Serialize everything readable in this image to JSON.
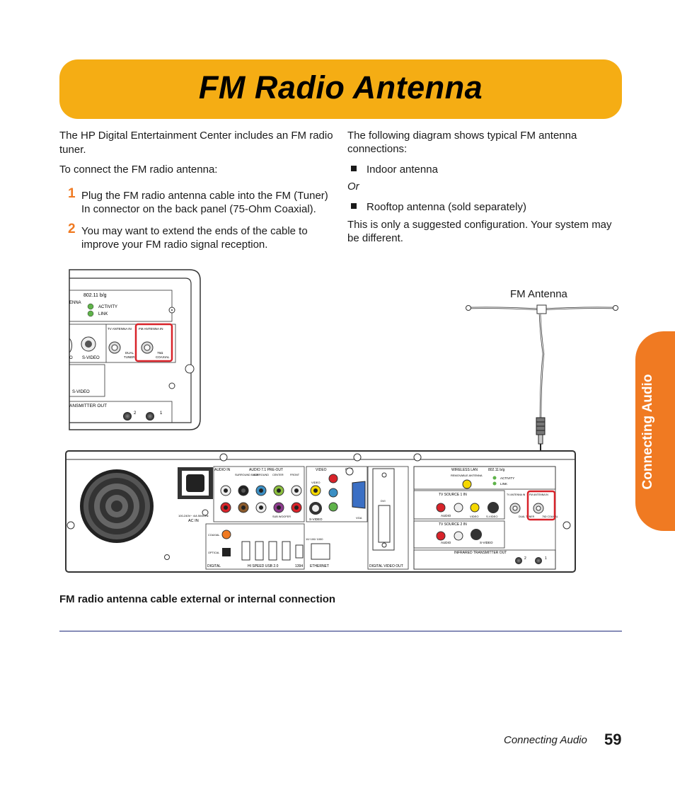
{
  "title": "FM Radio Antenna",
  "side_tab": "Connecting Audio",
  "left_column": {
    "intro": "The HP Digital Entertainment Center includes an FM radio tuner.",
    "lead": "To connect the FM radio antenna:",
    "steps": [
      {
        "num": "1",
        "text_line1": "Plug the FM radio antenna cable into the FM (Tuner)",
        "text_line2": "In connector on the back panel (75-Ohm Coaxial)."
      },
      {
        "num": "2",
        "text_line1": "You may want to extend the ends of the cable to",
        "text_line2": "improve your FM radio signal reception."
      }
    ]
  },
  "right_column": {
    "intro_line1": "The following diagram shows typical FM antenna",
    "intro_line2": "connections:",
    "bullets": [
      "Indoor antenna",
      "Rooftop antenna (sold separately)"
    ],
    "or": "Or",
    "note_line1": "This is only a suggested configuration. Your system may",
    "note_line2": "be different."
  },
  "diagram": {
    "fm_antenna_label": "FM Antenna",
    "zoom_labels": {
      "wifi": "802.11 b/g",
      "enna": "ENNA",
      "activity": "ACTIVITY",
      "link": "LINK",
      "tv_antenna_in": "TV ANTENNA IN",
      "fm_antenna_in": "FM ANTENNA IN",
      "dual": "DUAL",
      "tuner": "TUNER",
      "ohm": "75Ω",
      "coaxial": "COAXIAL",
      "svideo": "S-VIDEO",
      "svideo2": "S-VIDEO",
      "video_frag": "O",
      "transmitter": "ANSMITTER OUT",
      "n2": "2",
      "n1": "1"
    },
    "back_labels": {
      "audio_in": "AUDIO IN",
      "audio_71": "AUDIO 7.1 PRE-OUT",
      "surround_back": "SURROUND BACK",
      "surround": "SURROUND",
      "center": "CENTER",
      "front": "FRONT",
      "sub": "SUB WOOFER",
      "video": "VIDEO",
      "out": "OUT",
      "video_small": "VIDEO",
      "svideo": "S-VIDEO",
      "vga": "VGA",
      "ac_in": "AC IN",
      "ac_rating": "100-240V~ 4/A 50/60Hz",
      "coaxial": "COAXIAL",
      "optical": "OPTICAL",
      "digital": "DIGITAL",
      "usb": "HI SPEED USB 2.0",
      "fw": "1394",
      "ethernet": "ETHERNET",
      "eth_speed": "10/ 100/ 1000",
      "dvi": "DVI",
      "digital_video_out": "DIGITAL VIDEO OUT",
      "wireless_lan": "WIRELESS LAN",
      "wifi": "802.11 b/g",
      "removable": "REMOVABLE ANTENNA",
      "activity": "ACTIVITY",
      "link": "LINK",
      "tv_source_1": "TV SOURCE 1 IN",
      "tv_source_2": "TV SOURCE 2 IN",
      "audio": "AUDIO",
      "audio2": "AUDIO",
      "video2": "VIDEO",
      "svideo2": "S-VIDEO",
      "svideo3": "S-VIDEO",
      "tv_ant": "TV ANTENNA IN",
      "fm_ant": "FM ANTENNA IN",
      "dual_tuner": "DUAL TUNER",
      "coax75": "75Ω COAXIAL",
      "ir_out": "INFRARED TRANSMITTER OUT",
      "n2": "2",
      "n1": "1"
    }
  },
  "caption": "FM radio antenna cable external or internal connection",
  "footer": {
    "section": "Connecting Audio",
    "page": "59"
  },
  "colors": {
    "banner": "#f5ad14",
    "tab": "#f07a22",
    "highlight": "#d8232a",
    "rule": "#1f2a7a"
  }
}
